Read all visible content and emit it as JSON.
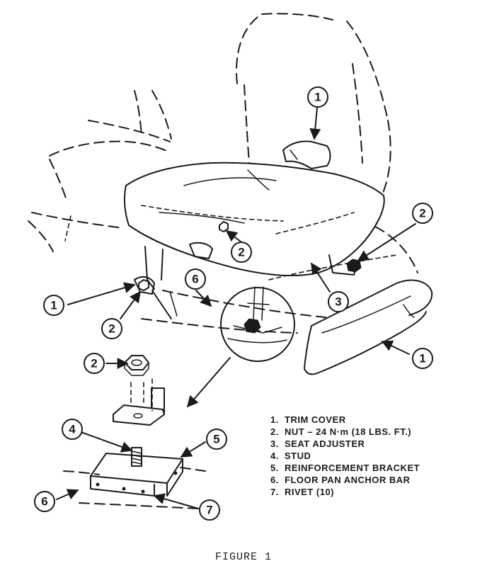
{
  "figure": {
    "caption": "FIGURE 1",
    "callouts": [
      "1",
      "2",
      "2",
      "1",
      "2",
      "6",
      "3",
      "2",
      "1",
      "4",
      "5",
      "6",
      "7"
    ],
    "legend": [
      {
        "num": "1.",
        "text": "TRIM COVER"
      },
      {
        "num": "2.",
        "text": "NUT – 24 N·m (18 LBS. FT.)"
      },
      {
        "num": "3.",
        "text": "SEAT ADJUSTER"
      },
      {
        "num": "4.",
        "text": "STUD"
      },
      {
        "num": "5.",
        "text": "REINFORCEMENT BRACKET"
      },
      {
        "num": "6.",
        "text": "FLOOR PAN ANCHOR BAR"
      },
      {
        "num": "7.",
        "text": "RIVET (10)"
      }
    ]
  }
}
